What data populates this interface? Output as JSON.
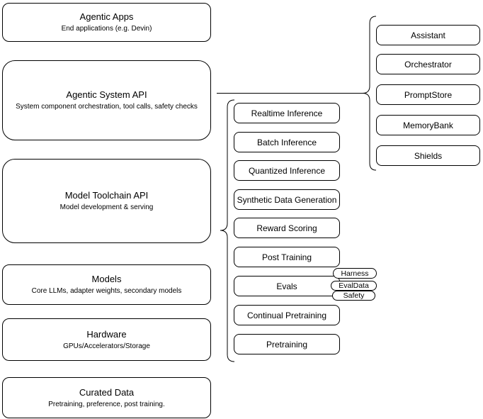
{
  "diagram": {
    "background_color": "#ffffff",
    "stroke_color": "#000000",
    "left_stack": [
      {
        "title": "Agentic Apps",
        "subtitle": "End applications (e.g. Devin)"
      },
      {
        "title": "Agentic System API",
        "subtitle": "System component orchestration, tool calls, safety checks"
      },
      {
        "title": "Model Toolchain API",
        "subtitle": "Model development & serving"
      },
      {
        "title": "Models",
        "subtitle": "Core LLMs, adapter weights, secondary models"
      },
      {
        "title": "Hardware",
        "subtitle": "GPUs/Accelerators/Storage"
      },
      {
        "title": "Curated Data",
        "subtitle": "Pretraining, preference, post training."
      }
    ],
    "toolchain_items": [
      "Realtime Inference",
      "Batch Inference",
      "Quantized Inference",
      "Synthetic Data Generation",
      "Reward Scoring",
      "Post Training",
      "Evals",
      "Continual Pretraining",
      "Pretraining"
    ],
    "eval_tags": [
      "Harness",
      "EvalData",
      "Safety"
    ],
    "system_components": [
      "Assistant",
      "Orchestrator",
      "PromptStore",
      "MemoryBank",
      "Shields"
    ]
  }
}
